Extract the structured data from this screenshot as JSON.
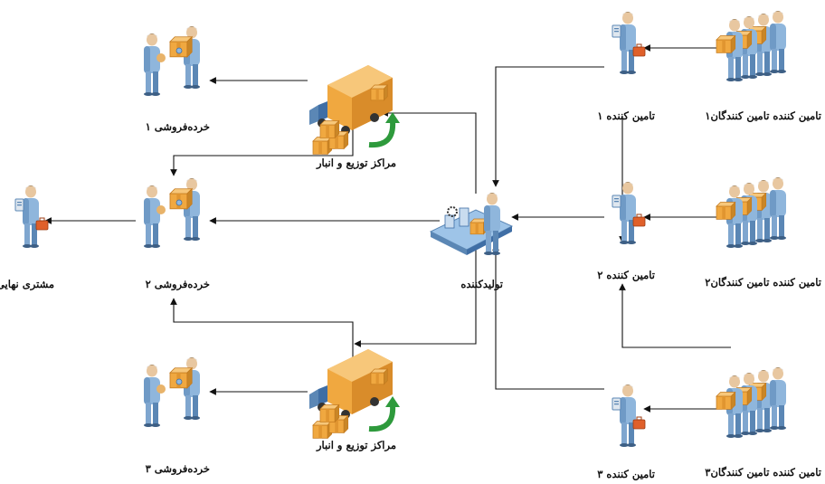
{
  "labels": {
    "supplier_1": "تامین کننده ۱",
    "supplier_2": "تامین کننده ۲",
    "supplier_3": "تامین کننده ۳",
    "suppliers_of_supplier_1": "تامین کننده تامین کنندگان۱",
    "suppliers_of_supplier_2": "تامین کننده تامین کنندگان۲",
    "suppliers_of_supplier_3": "تامین کننده تامین کنندگان۳",
    "manufacturer": "تولیدکننده",
    "distribution_center_1": "مراکز توزیع و انبار",
    "distribution_center_2": "مراکز توزیع و انبار",
    "retailer_1": "خرده‌فروشی ۱",
    "retailer_2": "خرده‌فروشی ۲",
    "retailer_3": "خرده‌فروشی ۳",
    "end_customer": "مشتری نهایی"
  },
  "colors": {
    "person_body": "#8fb6dc",
    "person_shadow": "#5b87b5",
    "box": "#f0a840",
    "box_dark": "#c47a1e",
    "truck_cab": "#3f6ea5",
    "arrow_green": "#2e9a3c",
    "line": "#111111"
  },
  "icons": {
    "supplier": "supplier-person-icon",
    "supplier_group": "supplier-group-icon",
    "manufacturer": "factory-worker-icon",
    "distribution": "delivery-truck-icon",
    "retailer": "retailer-pair-icon",
    "customer": "customer-person-icon"
  }
}
